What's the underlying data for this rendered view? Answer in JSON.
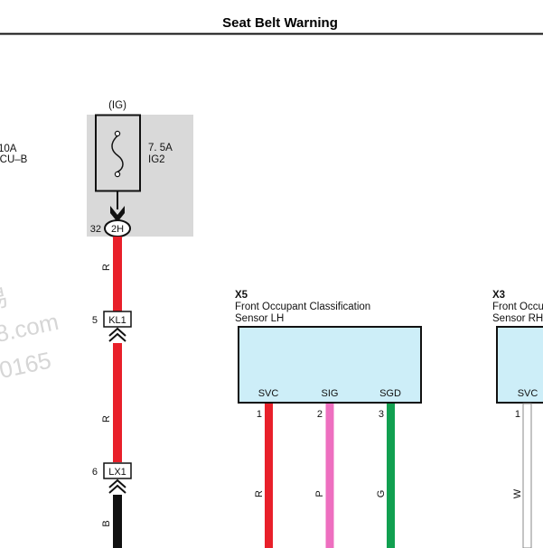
{
  "title": "Seat Belt Warning",
  "watermark": {
    "line1": "易",
    "line2": "8.com",
    "line3": "0165"
  },
  "left_fuse": {
    "rating": "10A",
    "name": "ECU–B"
  },
  "ig_fuse": {
    "supply": "(IG)",
    "rating": "7. 5A",
    "name": "IG2"
  },
  "junction": {
    "pin": "32",
    "label": "2H"
  },
  "connectors": {
    "kl1": {
      "pin": "5",
      "label": "KL1"
    },
    "lx1": {
      "pin": "6",
      "label": "LX1"
    }
  },
  "wires": {
    "main_upper": "R",
    "main_mid": "R",
    "main_lower": "B"
  },
  "x5": {
    "id": "X5",
    "name_line1": "Front Occupant Classification",
    "name_line2": "Sensor LH",
    "terminals": [
      {
        "label": "SVC",
        "pin": "1",
        "wire": "R",
        "color": "#e8202a"
      },
      {
        "label": "SIG",
        "pin": "2",
        "wire": "P",
        "color": "#ee6fc0"
      },
      {
        "label": "SGD",
        "pin": "3",
        "wire": "G",
        "color": "#11a050"
      }
    ]
  },
  "x3": {
    "id": "X3",
    "name_line1": "Front Occupant Classification",
    "name_line2": "Sensor RH",
    "terminals": [
      {
        "label": "SVC",
        "pin": "1",
        "wire": "W",
        "color": "#ffffff"
      }
    ]
  },
  "colors": {
    "red_wire": "#e8202a",
    "black_wire": "#111111",
    "box_fill": "#d9d9d9",
    "sensor_fill": "#cdeef8"
  }
}
